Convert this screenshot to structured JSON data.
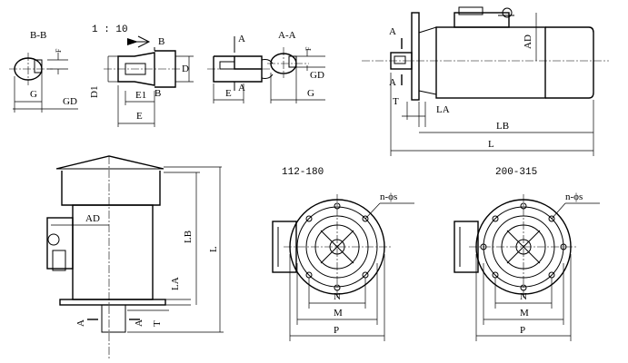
{
  "section_bb": {
    "title": "B-B",
    "f": "F",
    "g": "G",
    "gd": "GD"
  },
  "shaft_view": {
    "scale": "1 : 10",
    "b_top": "B",
    "b_bot": "B",
    "d": "D",
    "d1": "D1",
    "e1": "E1",
    "e": "E"
  },
  "key_view": {
    "a_top": "A",
    "a_bot": "A",
    "e": "E"
  },
  "section_aa": {
    "title": "A-A",
    "f": "F",
    "gd": "GD",
    "g": "G"
  },
  "side_view": {
    "a_top": "A",
    "a_bot": "A",
    "ad": "AD",
    "t": "T",
    "la": "LA",
    "lb": "LB",
    "l": "L"
  },
  "vertical_view": {
    "ad": "AD",
    "lb": "LB",
    "l": "L",
    "la": "LA",
    "t": "T",
    "a_left": "A",
    "a_right": "A"
  },
  "flange_small": {
    "title": "112-180",
    "holes": "n-ϕs",
    "n": "N",
    "m": "M",
    "p": "P"
  },
  "flange_large": {
    "title": "200-315",
    "holes": "n-ϕs",
    "n": "N",
    "m": "M",
    "p": "P"
  }
}
